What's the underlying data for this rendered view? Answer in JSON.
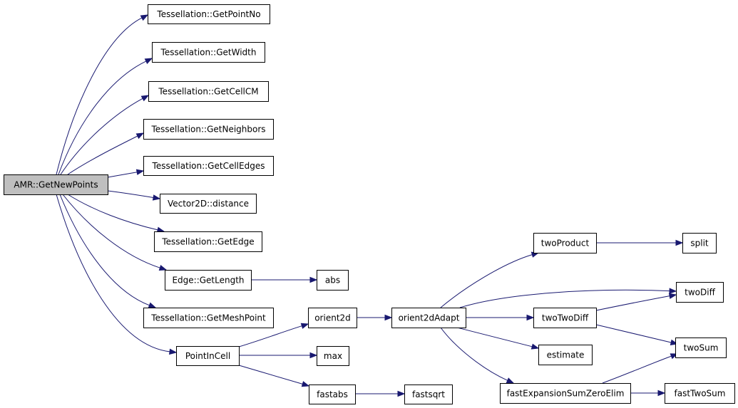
{
  "diagram": {
    "edge_color": "#191970",
    "root_fill": "#bfbfbf",
    "nodes": [
      {
        "id": "amr_getnewpoints",
        "label": "AMR::GetNewPoints",
        "root": true
      },
      {
        "id": "tess_getpointno",
        "label": "Tessellation::GetPointNo"
      },
      {
        "id": "tess_getwidth",
        "label": "Tessellation::GetWidth"
      },
      {
        "id": "tess_getcellcm",
        "label": "Tessellation::GetCellCM"
      },
      {
        "id": "tess_getneighbors",
        "label": "Tessellation::GetNeighbors"
      },
      {
        "id": "tess_getcelledges",
        "label": "Tessellation::GetCellEdges"
      },
      {
        "id": "vector2d_distance",
        "label": "Vector2D::distance"
      },
      {
        "id": "tess_getedge",
        "label": "Tessellation::GetEdge"
      },
      {
        "id": "edge_getlength",
        "label": "Edge::GetLength"
      },
      {
        "id": "tess_getmeshpoint",
        "label": "Tessellation::GetMeshPoint"
      },
      {
        "id": "pointincell",
        "label": "PointInCell"
      },
      {
        "id": "abs",
        "label": "abs"
      },
      {
        "id": "orient2d",
        "label": "orient2d"
      },
      {
        "id": "max",
        "label": "max"
      },
      {
        "id": "fastabs",
        "label": "fastabs"
      },
      {
        "id": "fastsqrt",
        "label": "fastsqrt"
      },
      {
        "id": "orient2dadapt",
        "label": "orient2dAdapt"
      },
      {
        "id": "twoproduct",
        "label": "twoProduct"
      },
      {
        "id": "split",
        "label": "split"
      },
      {
        "id": "twodiff",
        "label": "twoDiff"
      },
      {
        "id": "twotwodiff",
        "label": "twoTwoDiff"
      },
      {
        "id": "estimate",
        "label": "estimate"
      },
      {
        "id": "twosum",
        "label": "twoSum"
      },
      {
        "id": "fastexpansionsumzeroelim",
        "label": "fastExpansionSumZeroElim"
      },
      {
        "id": "fasttwosum",
        "label": "fastTwoSum"
      }
    ],
    "edges": [
      [
        "amr_getnewpoints",
        "tess_getpointno"
      ],
      [
        "amr_getnewpoints",
        "tess_getwidth"
      ],
      [
        "amr_getnewpoints",
        "tess_getcellcm"
      ],
      [
        "amr_getnewpoints",
        "tess_getneighbors"
      ],
      [
        "amr_getnewpoints",
        "tess_getcelledges"
      ],
      [
        "amr_getnewpoints",
        "vector2d_distance"
      ],
      [
        "amr_getnewpoints",
        "tess_getedge"
      ],
      [
        "amr_getnewpoints",
        "edge_getlength"
      ],
      [
        "amr_getnewpoints",
        "tess_getmeshpoint"
      ],
      [
        "amr_getnewpoints",
        "pointincell"
      ],
      [
        "edge_getlength",
        "abs"
      ],
      [
        "pointincell",
        "orient2d"
      ],
      [
        "pointincell",
        "max"
      ],
      [
        "pointincell",
        "fastabs"
      ],
      [
        "fastabs",
        "fastsqrt"
      ],
      [
        "orient2d",
        "orient2dadapt"
      ],
      [
        "orient2dadapt",
        "twoproduct"
      ],
      [
        "orient2dadapt",
        "twodiff"
      ],
      [
        "orient2dadapt",
        "twotwodiff"
      ],
      [
        "orient2dadapt",
        "estimate"
      ],
      [
        "orient2dadapt",
        "fastexpansionsumzeroelim"
      ],
      [
        "twoproduct",
        "split"
      ],
      [
        "twotwodiff",
        "twodiff"
      ],
      [
        "twotwodiff",
        "twosum"
      ],
      [
        "fastexpansionsumzeroelim",
        "twosum"
      ],
      [
        "fastexpansionsumzeroelim",
        "fasttwosum"
      ]
    ]
  }
}
